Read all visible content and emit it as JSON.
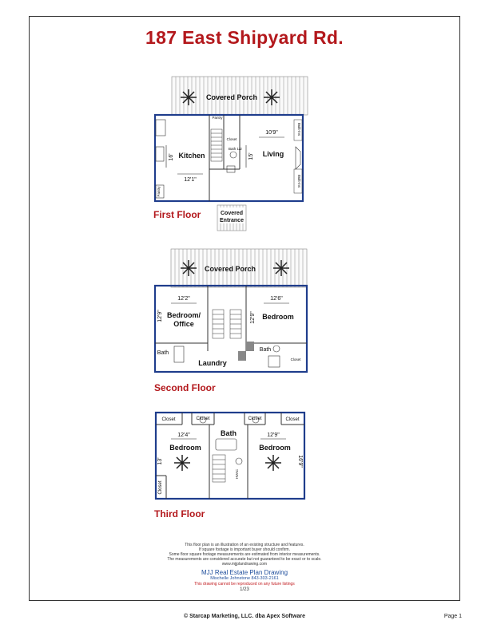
{
  "title": "187  East Shipyard Rd.",
  "floors": {
    "first": {
      "label": "First Floor",
      "rooms": {
        "covered_porch": "Covered Porch",
        "kitchen": "Kitchen",
        "living": "Living",
        "covered_entrance_line1": "Covered",
        "covered_entrance_line2": "Entrance",
        "pantry": "Pantry",
        "closet": "Closet",
        "bath": "Bath 1/2",
        "built_ins_top": "Built-Ins",
        "built_ins_bottom": "Built-Ins",
        "pantry_lower": "Pantry"
      },
      "dims": {
        "kitchen_w": "12'1\"",
        "kitchen_h": "16'",
        "living_w": "10'9\"",
        "living_h": "15'"
      }
    },
    "second": {
      "label": "Second Floor",
      "rooms": {
        "covered_porch": "Covered Porch",
        "bedroom_office_line1": "Bedroom/",
        "bedroom_office_line2": "Office",
        "bedroom": "Bedroom",
        "bath_left": "Bath",
        "bath_right": "Bath",
        "laundry": "Laundry",
        "closet": "Closet"
      },
      "dims": {
        "bo_w": "12'2\"",
        "bo_h": "12'9\"",
        "bed_w": "12'6\"",
        "bed_h": "12'9\""
      }
    },
    "third": {
      "label": "Third Floor",
      "rooms": {
        "closet1": "Closet",
        "closet2": "Closet",
        "closet3": "Closet",
        "closet4": "Closet",
        "closet5": "Closet",
        "bath": "Bath",
        "bedroom_left": "Bedroom",
        "bedroom_right": "Bedroom",
        "hvac": "HVAC"
      },
      "dims": {
        "bl_w": "12'4\"",
        "bl_h": "13'",
        "br_w": "12'9\"",
        "br_h": "16'9\""
      }
    }
  },
  "footer": {
    "note1": "This floor plan is an illustration of an existing structure and features.",
    "note2": "If square footage is important buyer should confirm.",
    "note3": "Some floor square footage measurements are estimated from interior measurements.",
    "note4": "The measurements are considered accurate but not guaranteed to be exact or to scale.",
    "website": "www.mjjplandrawing.com",
    "brand": "MJJ Real Estate Plan Drawing",
    "contact": "Mischelle Johnstone 843-303-2161",
    "warning": "This drawing cannot be reproduced on any future listings",
    "page_fraction": "1/23"
  },
  "copyright": "© Starcap Marketing, LLC. dba Apex Software",
  "page_label": "Page 1",
  "colors": {
    "title": "#b3181c",
    "walls": "#1f3d8c",
    "brand": "#1f4e9c"
  }
}
